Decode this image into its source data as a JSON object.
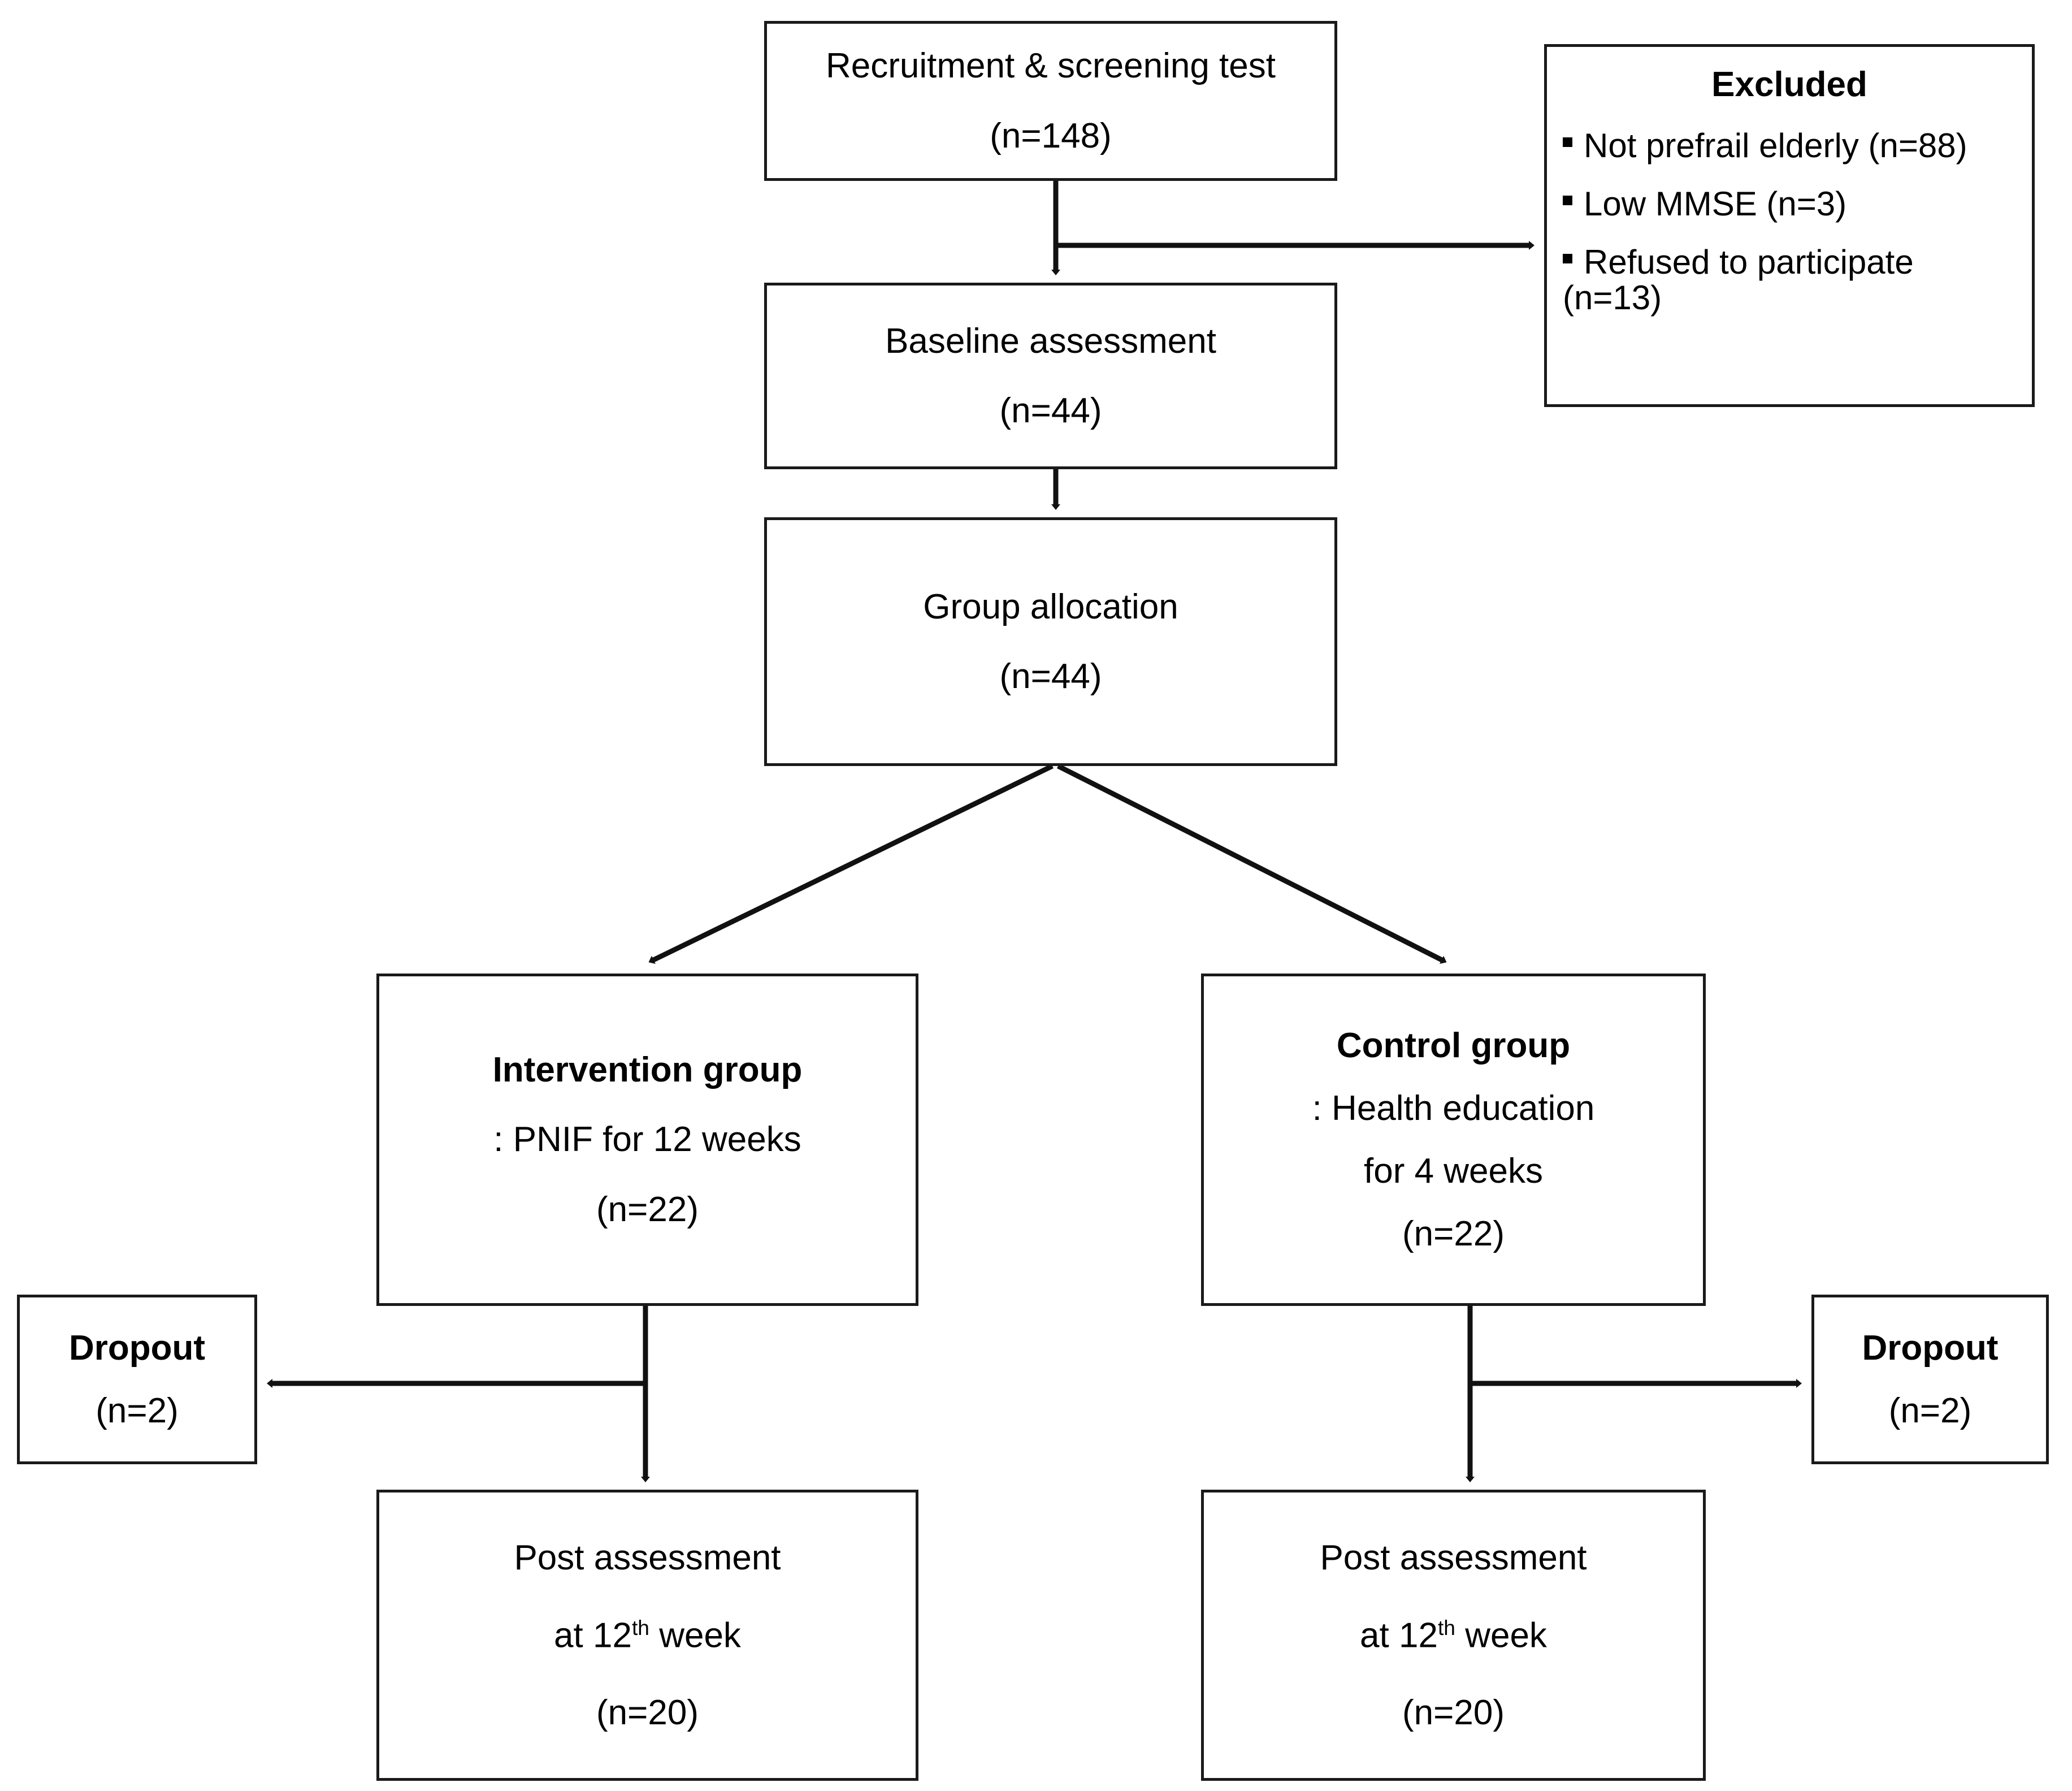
{
  "diagram": {
    "type": "study-flow-chart (CONSORT-style)",
    "nodes": {
      "recruitment": {
        "line1": "Recruitment & screening test",
        "line2": "(n=148)"
      },
      "excluded": {
        "title": "Excluded",
        "items": [
          {
            "text": "Not prefrail elderly (n=88)"
          },
          {
            "text": "Low MMSE (n=3)"
          },
          {
            "text": "Refused to participate",
            "cont": "(n=13)"
          }
        ]
      },
      "baseline": {
        "line1": "Baseline assessment",
        "line2": "(n=44)"
      },
      "allocation": {
        "line1": "Group allocation",
        "line2": "(n=44)"
      },
      "intervention": {
        "line1": "Intervention group",
        "line2": ": PNIF for 12 weeks",
        "line3": "(n=22)"
      },
      "control": {
        "line1": "Control group",
        "line2": ": Health education",
        "line3": "for 4 weeks",
        "line4": "(n=22)"
      },
      "dropout_left": {
        "line1": "Dropout",
        "line2": "(n=2)"
      },
      "dropout_right": {
        "line1": "Dropout",
        "line2": "(n=2)"
      },
      "post_left": {
        "line1": "Post assessment",
        "line2_pre": "at 12",
        "line2_sup": "th",
        "line2_post": " week",
        "line3": "(n=20)"
      },
      "post_right": {
        "line1": "Post assessment",
        "line2_pre": "at 12",
        "line2_sup": "th",
        "line2_post": " week",
        "line3": "(n=20)"
      }
    },
    "colors": {
      "stroke": "#1a1a1a",
      "background": "#ffffff",
      "text": "#000000"
    }
  }
}
